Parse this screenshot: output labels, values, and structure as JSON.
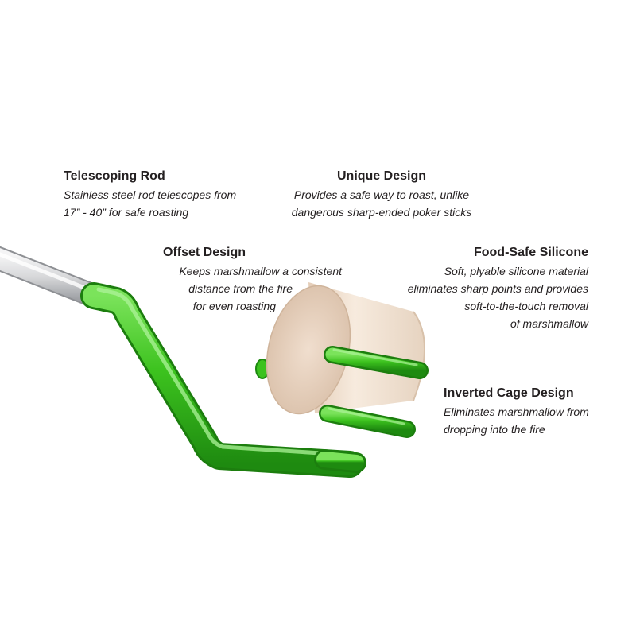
{
  "features": {
    "telescoping": {
      "title": "Telescoping Rod",
      "lines": [
        "Stainless steel rod telescopes from",
        "17” - 40” for safe roasting"
      ]
    },
    "unique": {
      "title": "Unique Design",
      "lines": [
        "Provides a safe way to roast, unlike",
        "dangerous sharp-ended poker sticks"
      ]
    },
    "offset": {
      "title": "Offset Design",
      "lines": [
        "Keeps marshmallow a consistent",
        "distance from the fire",
        "for even roasting"
      ]
    },
    "silicone": {
      "title": "Food-Safe Silicone",
      "lines": [
        "Soft, plyable silicone material",
        "eliminates sharp points and provides",
        "soft-to-the-touch removal",
        "of marshmallow"
      ]
    },
    "cage": {
      "title": "Inverted Cage Design",
      "lines": [
        "Eliminates marshmallow from",
        "dropping into the fire"
      ]
    }
  },
  "colors": {
    "silicone_green": "#3cc21e",
    "silicone_dark": "#1f8a10",
    "marshmallow": "#f1e2d3",
    "rod": "#d9dadc"
  }
}
